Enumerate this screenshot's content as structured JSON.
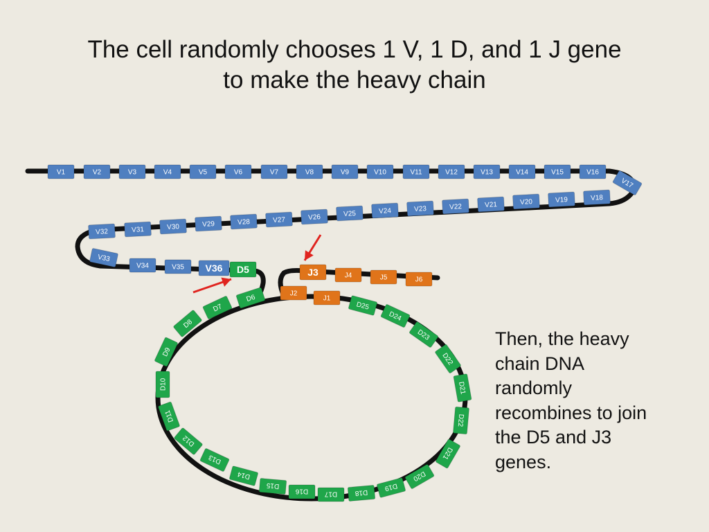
{
  "title": {
    "line1": "The cell randomly chooses 1 V, 1 D, and 1 J gene",
    "line2": "to make the heavy chain"
  },
  "caption": {
    "lines": [
      "Then, the heavy",
      "chain DNA",
      "randomly",
      "recombines to join",
      "the D5 and J3",
      "genes."
    ]
  },
  "colors": {
    "v_gene": "#4f7fc0",
    "d_gene": "#1fa64a",
    "j_gene": "#e0741a",
    "dna_strand": "#111111",
    "arrow": "#e0241f",
    "background": "#edeae1"
  },
  "segments": {
    "v": [
      "V1",
      "V2",
      "V3",
      "V4",
      "V5",
      "V6",
      "V7",
      "V8",
      "V9",
      "V10",
      "V11",
      "V12",
      "V13",
      "V14",
      "V15",
      "V16",
      "V17",
      "V18",
      "V19",
      "V20",
      "V21",
      "V22",
      "V23",
      "V24",
      "V25",
      "V26",
      "V27",
      "V28",
      "V29",
      "V30",
      "V31",
      "V32",
      "V33",
      "V34",
      "V35",
      "V36"
    ],
    "d": [
      "D5",
      "D6",
      "D7",
      "D8",
      "D9",
      "D10",
      "D11",
      "D12",
      "D13",
      "D14",
      "D15",
      "D16",
      "D17",
      "D18",
      "D19",
      "D20",
      "D21",
      "D22",
      "D21",
      "D22",
      "D23",
      "D24",
      "D25"
    ],
    "j": [
      "J1",
      "J2",
      "J3",
      "J4",
      "J5",
      "J6"
    ]
  },
  "highlighted": [
    "V36",
    "D5",
    "J3"
  ],
  "arrows": [
    {
      "name": "arrow-to-d5",
      "target": "D5"
    },
    {
      "name": "arrow-to-j3",
      "target": "J3"
    }
  ]
}
